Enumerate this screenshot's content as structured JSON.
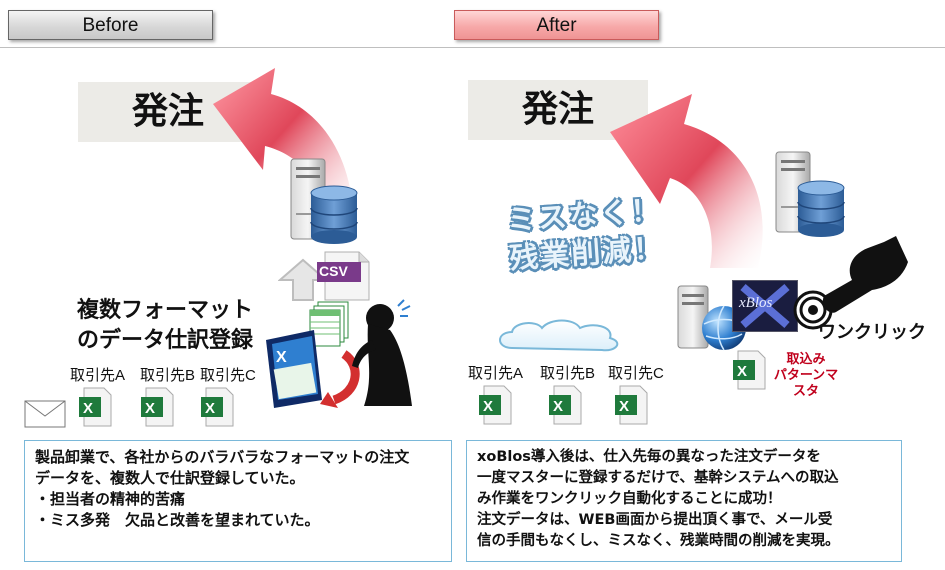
{
  "tabs": {
    "before": "Before",
    "after": "After"
  },
  "before": {
    "order_label": "発注",
    "csv_label": "CSV",
    "big_text": [
      "複数フォーマット",
      "のデータ仕訳登録"
    ],
    "suppliers": [
      "取引先A",
      "取引先B",
      "取引先C"
    ],
    "description": [
      "製品卸業で、各社からのバラバラなフォーマットの注文",
      "データを、複数人で仕訳登録していた。",
      "・担当者の精神的苦痛",
      "・ミス多発　欠品と改善を望まれていた。"
    ]
  },
  "after": {
    "order_label": "発注",
    "slogan": [
      "ミスなく！",
      "残業削減！"
    ],
    "suppliers": [
      "取引先A",
      "取引先B",
      "取引先C"
    ],
    "logo_text": "xBlos",
    "one_click": "ワンクリック",
    "pattern_master": [
      "取込み",
      "パターンマスタ"
    ],
    "description": [
      "xoBlos導入後は、仕入先毎の異なった注文データを",
      "一度マスターに登録するだけで、基幹システムへの取込",
      "み作業をワンクリック自動化することに成功！",
      "注文データは、WEB画面から提出頂く事で、メール受",
      "信の手間もなくし、ミスなく、残業時間の削減を実現。"
    ]
  },
  "colors": {
    "arrow_red": "#e0475a",
    "excel_green": "#1f7a3c",
    "desc_border": "#7ab8d9",
    "db_blue": "#3d6fae"
  }
}
